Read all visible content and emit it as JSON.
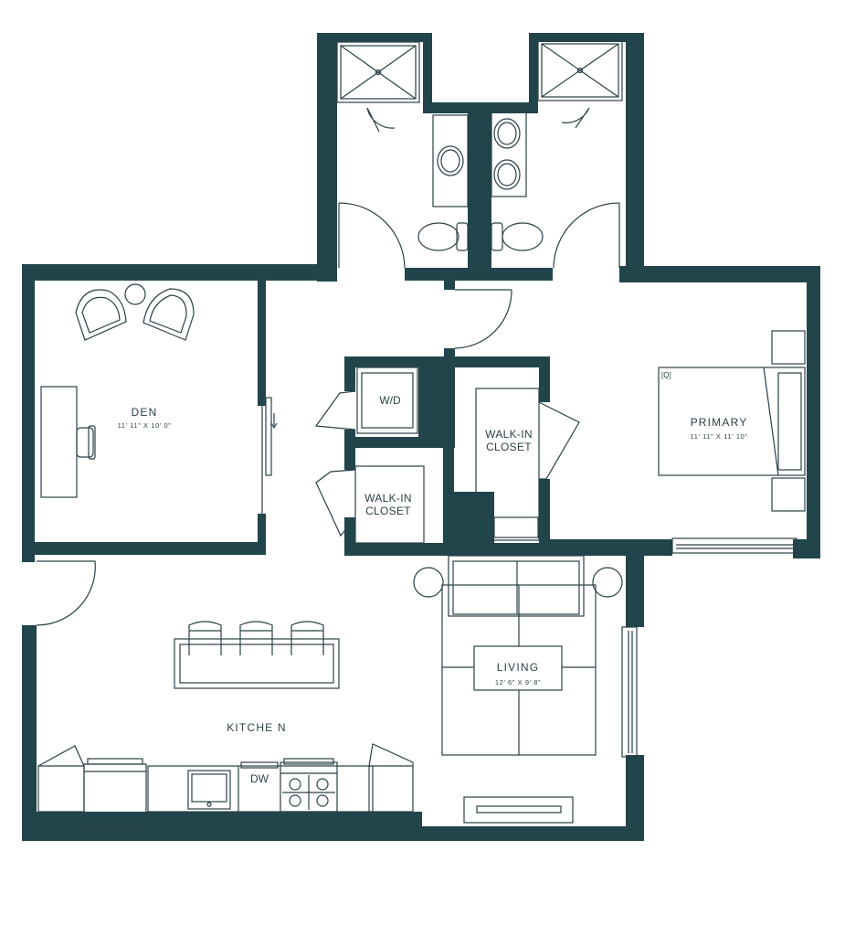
{
  "plan": {
    "colors": {
      "wall": "#21454a",
      "line": "#2b4147",
      "background": "#ffffff"
    },
    "rooms": {
      "den": {
        "name": "DEN",
        "size": "11’ 11” X 10’ 0”"
      },
      "primary": {
        "name": "PRIMARY",
        "size": "11’ 11” X 11’ 10”"
      },
      "living": {
        "name": "LIVING",
        "size": "12’ 6” X 9’ 8”"
      },
      "kitchen": {
        "name": "KITCHE N"
      }
    },
    "labels": {
      "wd": "W/D",
      "closet_left": "WALK-IN\nCLOSET",
      "closet_right": "WALK-IN\nCLOSET",
      "dishwasher": "DW",
      "bed_size": "[Q]"
    },
    "icons": [
      "shower-icon",
      "sink-icon",
      "toilet-icon",
      "bed-icon",
      "sofa-icon",
      "chair-icon",
      "desk-icon",
      "range-icon",
      "refrigerator-icon",
      "bar-stool-icon",
      "media-console-icon",
      "door-swing-icon",
      "window-icon"
    ]
  }
}
